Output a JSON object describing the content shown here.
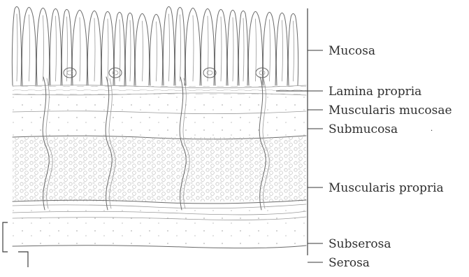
{
  "diagram": {
    "labels": [
      "Mucosa",
      "Lamina propria",
      "Muscularis mucosae",
      "Submucosa",
      "Muscularis propria",
      "Subserosa",
      "Serosa"
    ]
  }
}
